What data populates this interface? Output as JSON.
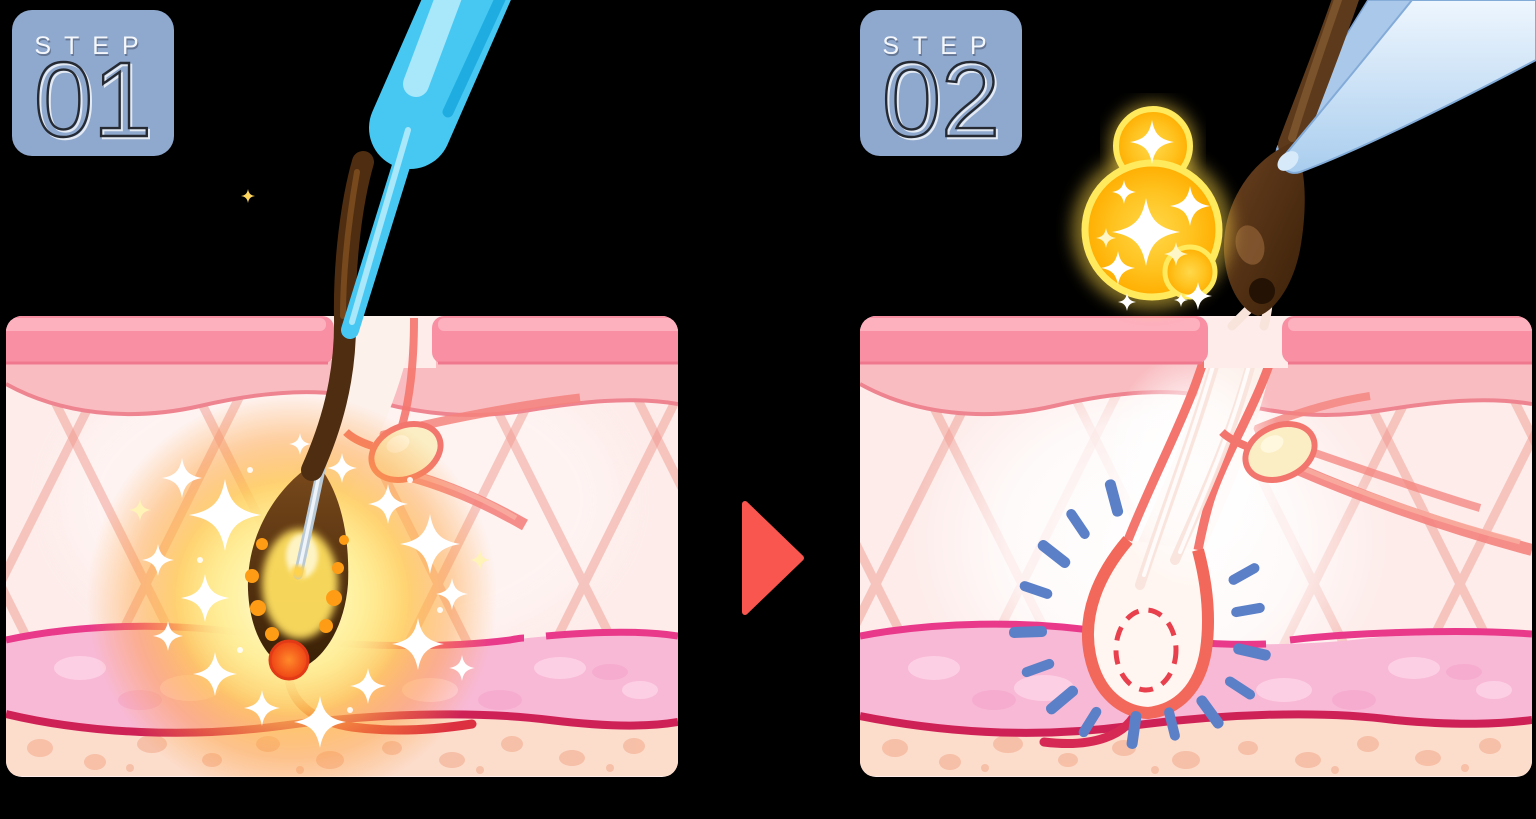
{
  "steps": [
    {
      "label": "STEP",
      "number": "01"
    },
    {
      "label": "STEP",
      "number": "02"
    }
  ],
  "arrow": {
    "name": "next-step-arrow",
    "direction": "right"
  },
  "colors": {
    "background": "#000000",
    "badge": "#8fa8ce",
    "badge_text": "#f4f7fb",
    "arrow": "#f9564f",
    "epidermis": "#f88fa2",
    "epidermis_highlight": "#fdb2c0",
    "papillary_layer": "#f9bdc1",
    "dermis": "#fdecea",
    "lattice": "#f0998f",
    "pink_band": "#f8b9d6",
    "magenta_line": "#e8398b",
    "crimson_line": "#ce2257",
    "subcutis": "#fcdccb",
    "follicle_wall": "#f4756e",
    "sebaceous_gland": "#fbeec5",
    "hair": "#4f2d11",
    "probe": "#47c8f3",
    "probe_metal": "#b9c9d6",
    "glow": "#ffcf4a",
    "papilla": "#f25018",
    "sparkle": "#ffffff",
    "gold_blob": "#ffb307",
    "gold_rim": "#ffe95d",
    "dash_blue": "#5b80c8",
    "dashed_circle": "#e8404d",
    "vessel": "#f3827c",
    "root_sheath": "#f9e4dc",
    "tweezers": "#a9cdee",
    "removed_hair": "#5a3417"
  },
  "panels": [
    {
      "name": "skin-cross-section-step-1",
      "features": [
        "hair-shaft",
        "treatment-probe",
        "heated-follicle-glow",
        "sparkles",
        "sebaceous-gland",
        "blood-vessels",
        "dermal-papilla"
      ]
    },
    {
      "name": "skin-cross-section-step-2",
      "features": [
        "empty-follicle",
        "destroyed-papilla-dashed-outline",
        "radiating-dashes",
        "root-sheath-strands",
        "removed-hair-with-bulb",
        "tweezers",
        "golden-glow",
        "sebaceous-gland",
        "blood-vessels"
      ]
    }
  ]
}
